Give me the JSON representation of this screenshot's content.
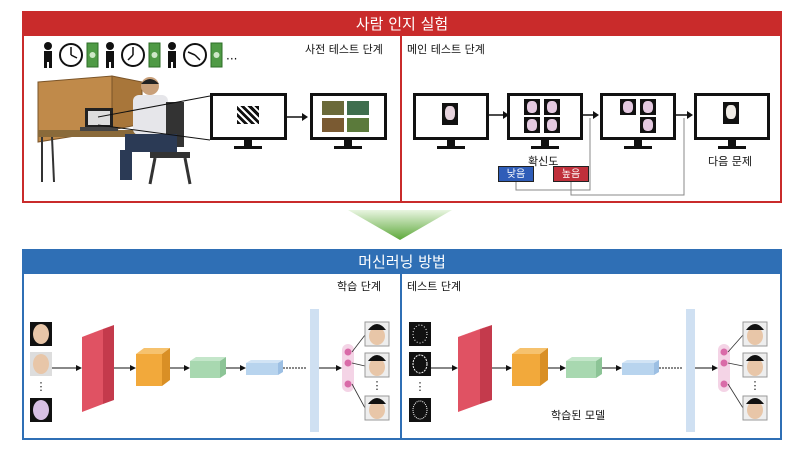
{
  "top": {
    "title": "사람 인지 실험",
    "pretest_label": "사전 테스트 단계",
    "main_label": "메인 테스트 단계",
    "confidence_label": "확신도",
    "low_label": "낮음",
    "high_label": "높음",
    "next_label": "다음 문제",
    "ellipsis": "···",
    "colors": {
      "header": "#c92b2b",
      "border": "#c92b2b",
      "low": "#2f5db8",
      "high": "#c0303b"
    }
  },
  "bottom": {
    "title": "머신러닝 방법",
    "train_label": "학습 단계",
    "test_label": "테스트 단계",
    "model_label": "학습된 모델",
    "colors": {
      "header": "#2f6fb5",
      "border": "#2f6fb5",
      "conv1": "#e05263",
      "conv2": "#f2a93b",
      "conv3": "#a8d8b0",
      "conv4": "#b8d4ee",
      "dense": "#cfe0f2",
      "node": "#d96ba8"
    }
  },
  "icons": [
    "person-icon",
    "clock-icon",
    "money-icon"
  ]
}
